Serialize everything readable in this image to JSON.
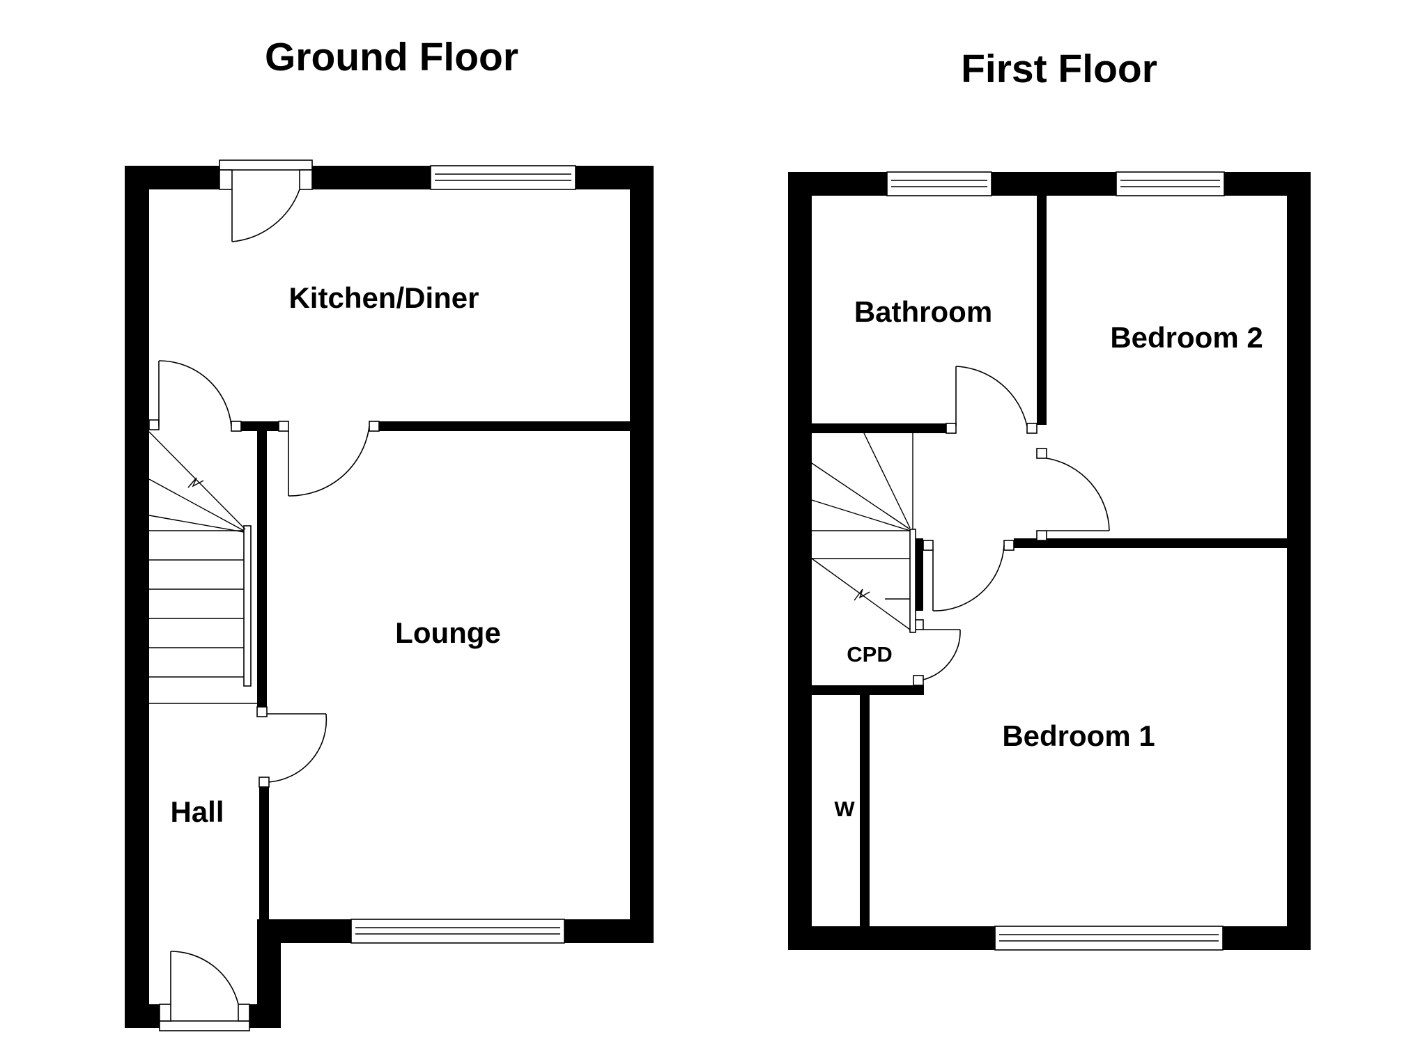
{
  "floors": {
    "ground": {
      "title": "Ground Floor",
      "rooms": {
        "kitchen": "Kitchen/Diner",
        "lounge": "Lounge",
        "hall": "Hall"
      }
    },
    "first": {
      "title": "First Floor",
      "rooms": {
        "bathroom": "Bathroom",
        "bedroom2": "Bedroom 2",
        "bedroom1": "Bedroom 1",
        "cupboard": "CPD",
        "wardrobe": "W"
      }
    }
  },
  "colors": {
    "wall": "#000000",
    "background": "#ffffff"
  }
}
